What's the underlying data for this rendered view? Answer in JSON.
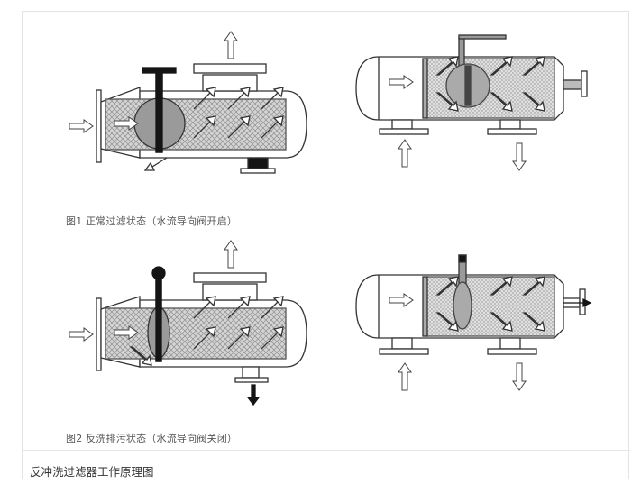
{
  "figure1": {
    "caption": "图1 正常过滤状态（水流导向阀开启）"
  },
  "figure2": {
    "caption": "图2 反洗排污状态（水流导向阀关闭）"
  },
  "main_caption": "反冲洗过滤器工作原理图",
  "colors": {
    "line": "#333333",
    "mesh": "#c9c9c9",
    "valve": "#9a9a9a",
    "dark": "#151515"
  }
}
